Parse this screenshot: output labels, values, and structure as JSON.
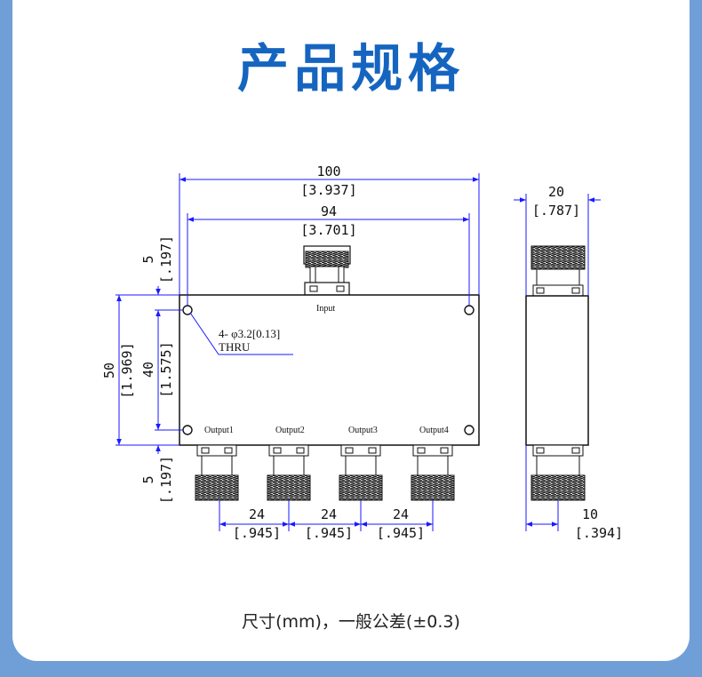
{
  "title": "产品规格",
  "caption": "尺寸(mm)，一般公差(±0.3)",
  "dimensions": {
    "overall_width": {
      "mm": "100",
      "in": "[3.937]"
    },
    "hole_spacing": {
      "mm": "94",
      "in": "[3.701]"
    },
    "top_margin": {
      "mm": "5",
      "in": "[.197]"
    },
    "overall_height": {
      "mm": "50",
      "in": "[1.969]"
    },
    "hole_vertical": {
      "mm": "40",
      "in": "[1.575]"
    },
    "bottom_margin": {
      "mm": "5",
      "in": "[.197]"
    },
    "port_pitch_1": {
      "mm": "24",
      "in": "[.945]"
    },
    "port_pitch_2": {
      "mm": "24",
      "in": "[.945]"
    },
    "port_pitch_3": {
      "mm": "24",
      "in": "[.945]"
    },
    "side_thickness": {
      "mm": "20",
      "in": "[.787]"
    },
    "side_connector_offset": {
      "mm": "10",
      "in": "[.394]"
    }
  },
  "labels": {
    "input": "Input",
    "outputs": [
      "Output1",
      "Output2",
      "Output3",
      "Output4"
    ],
    "hole_note": "4- φ3.2[0.13]",
    "hole_note2": "THRU"
  },
  "colors": {
    "dimension_line": "#1a1aff",
    "title": "#1565c0",
    "background": "#6f9fd6"
  }
}
